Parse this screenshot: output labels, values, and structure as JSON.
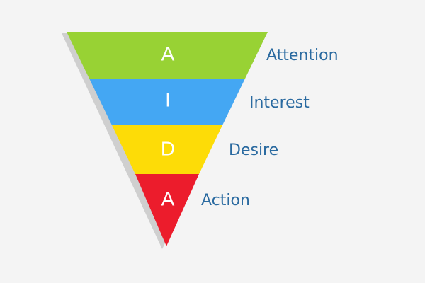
{
  "background": "#f4f4f4",
  "label_color": "#2a6aa0",
  "letter_color": "#ffffff",
  "shadow_color": "#cfcfcf",
  "stages": [
    {
      "letter": "A",
      "name": "Attention",
      "color": "#98d234"
    },
    {
      "letter": "I",
      "name": "Interest",
      "color": "#44a7f3"
    },
    {
      "letter": "D",
      "name": "Desire",
      "color": "#fddc07"
    },
    {
      "letter": "A",
      "name": "Action",
      "color": "#ec1c2c"
    }
  ]
}
